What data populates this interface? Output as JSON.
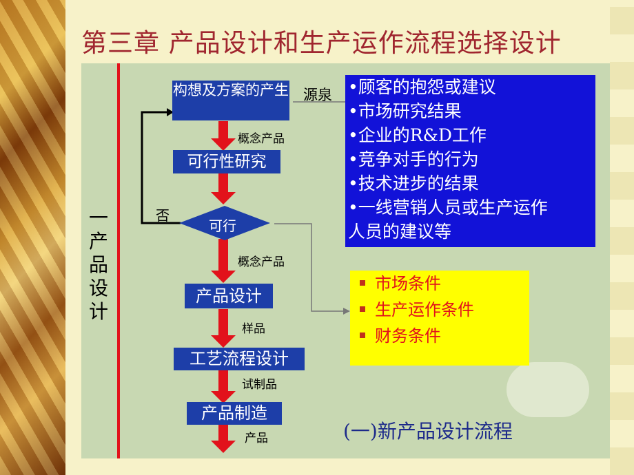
{
  "title": "第三章 产品设计和生产运作流程选择设计",
  "side_label": "一产品设计",
  "flow": {
    "step1": "构想及方案的产生",
    "step2": "可行性研究",
    "decision": "可行",
    "no_label": "否",
    "step3": "产品设计",
    "step4": "工艺流程设计",
    "step5": "产品制造",
    "arrow1": "概念产品",
    "arrow2": "概念产品",
    "arrow3": "样品",
    "arrow4": "试制品",
    "arrow5": "产品"
  },
  "source_label": "源泉",
  "sources": [
    "•顾客的抱怨或建议",
    "•市场研究结果",
    "•企业的R&D工作",
    "•竞争对手的行为",
    "•技术进步的结果",
    "•一线营销人员或生产运作",
    "人员的建议等"
  ],
  "conditions": [
    "市场条件",
    "生产运作条件",
    "财务条件"
  ],
  "caption": "(一)新产品设计流程",
  "colors": {
    "title": "#a0262f",
    "box": "#1d3ea8",
    "list_bg": "#1212d8",
    "arrow": "#e2121b",
    "conditions_bg": "#ffff00"
  }
}
